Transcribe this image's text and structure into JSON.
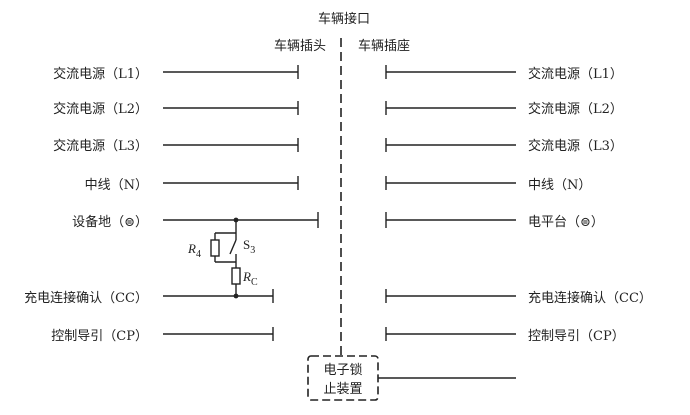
{
  "header": {
    "interface": "车辆接口",
    "plug": "车辆插头",
    "socket": "车辆插座"
  },
  "left_labels": [
    "交流电源（L1）",
    "交流电源（L2）",
    "交流电源（L3）",
    "中线（N）",
    "设备地（⊜）",
    "充电连接确认（CC）",
    "控制导引（CP）"
  ],
  "right_labels": [
    "交流电源（L1）",
    "交流电源（L2）",
    "交流电源（L3）",
    "中线（N）",
    "电平台（⊜）",
    "充电连接确认（CC）",
    "控制导引（CP）"
  ],
  "components": {
    "r4": {
      "main": "R",
      "sub": "4"
    },
    "s3": {
      "main": "S",
      "sub": "3"
    },
    "rc": {
      "main": "R",
      "sub": "C"
    }
  },
  "lock": {
    "line1": "电子锁",
    "line2": "止装置"
  }
}
